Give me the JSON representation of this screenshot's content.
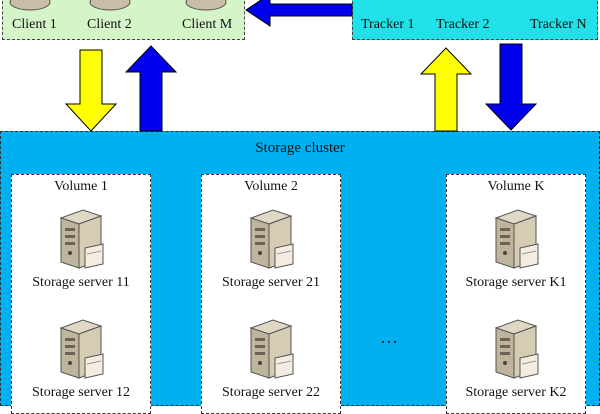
{
  "clients": {
    "labels": [
      "Client 1",
      "Client 2",
      "Client M"
    ],
    "fill": "#d5f5c8"
  },
  "trackers": {
    "labels": [
      "Tracker 1",
      "Tracker 2",
      "Tracker N"
    ],
    "fill": "#22e0e8"
  },
  "cluster": {
    "title": "Storage cluster",
    "fill": "#00b0f0",
    "ellipsis": "…",
    "volumes": [
      {
        "title": "Volume 1",
        "servers": [
          "Storage server 11",
          "Storage server 12"
        ]
      },
      {
        "title": "Volume 2",
        "servers": [
          "Storage server 21",
          "Storage server 22"
        ]
      },
      {
        "title": "Volume K",
        "servers": [
          "Storage server K1",
          "Storage server K2"
        ]
      }
    ]
  },
  "arrows": {
    "request_color": "#ffff00",
    "response_color": "#0000ee"
  }
}
